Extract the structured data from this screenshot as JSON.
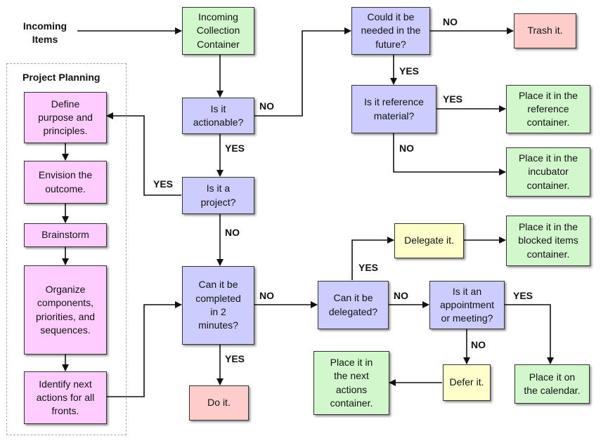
{
  "source": {
    "label": "Incoming\nItems"
  },
  "group": {
    "title": "Project Planning"
  },
  "nodes": {
    "collection": "Incoming\nCollection\nContainer",
    "actionable": "Is it\nactionable?",
    "project": "Is it a\nproject?",
    "two_min": "Can it be\ncompleted\nin 2\nminutes?",
    "do_it": "Do it.",
    "future": "Could it be\nneeded in the\nfuture?",
    "trash": "Trash it.",
    "reference_q": "Is it reference\nmaterial?",
    "reference_c": "Place it in the\nreference\ncontainer.",
    "incubator_c": "Place it in the\nincubator\ncontainer.",
    "delegate_q": "Can it be\ndelegated?",
    "delegate": "Delegate it.",
    "blocked_c": "Place it in the\nblocked items\ncontainer.",
    "appointment_q": "Is it an\nappointment\nor meeting?",
    "calendar": "Place it on\nthe calendar.",
    "defer": "Defer it.",
    "next_actions_c": "Place it in\nthe next\nactions\ncontainer.",
    "define": "Define\npurpose and\nprinciples.",
    "envision": "Envision the\noutcome.",
    "brainstorm": "Brainstorm",
    "organize": "Organize\ncomponents,\npriorities, and\nsequences.",
    "identify": "Identify next\nactions for all\nfronts."
  },
  "edge_labels": {
    "actionable_no": "NO",
    "actionable_yes": "YES",
    "project_yes": "YES",
    "project_no": "NO",
    "two_min_yes": "YES",
    "two_min_no": "NO",
    "future_no": "NO",
    "future_yes": "YES",
    "reference_yes": "YES",
    "reference_no": "NO",
    "delegate_yes": "YES",
    "delegate_no": "NO",
    "appointment_yes": "YES",
    "appointment_no": "NO"
  },
  "colors": {
    "green": "#d3f7cd",
    "purple": "#ccccff",
    "pink": "#ffcccc",
    "magenta": "#ffccff",
    "yellow": "#ffffcc"
  }
}
